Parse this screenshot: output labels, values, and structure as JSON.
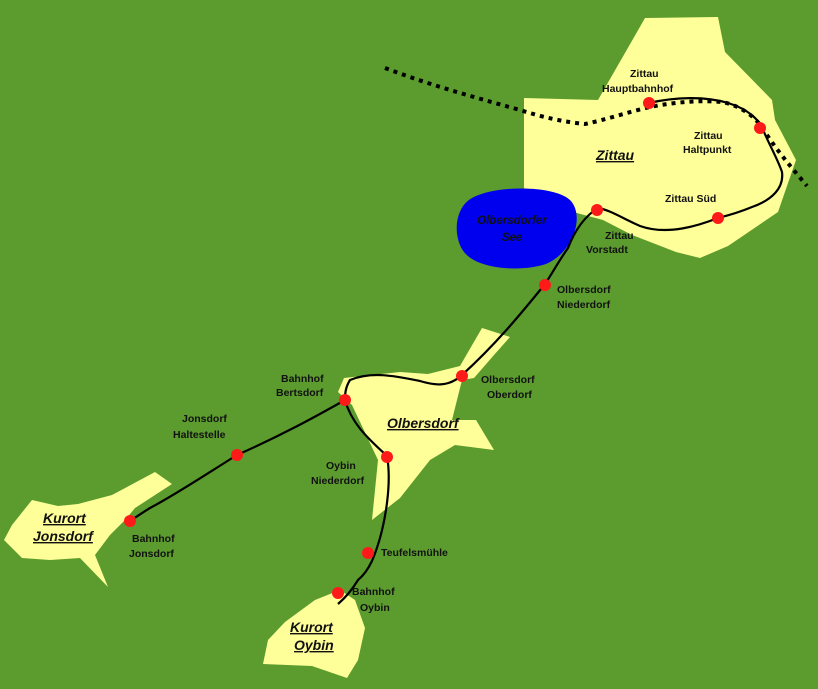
{
  "colors": {
    "background": "#5c9c2e",
    "town_area": "#ffff99",
    "lake": "#0000ee",
    "railway": "#000000",
    "station": "#ff1a1a"
  },
  "towns": {
    "zittau": "Zittau",
    "olbersdorf": "Olbersdorf",
    "kurort_jonsdorf": [
      "Kurort",
      "Jonsdorf"
    ],
    "kurort_oybin": [
      "Kurort",
      "Oybin"
    ]
  },
  "lake": [
    "Olbersdorfer",
    "See"
  ],
  "stations": [
    {
      "id": "zittau-hauptbahnhof",
      "lines": [
        "Zittau",
        "Hauptbahnhof"
      ]
    },
    {
      "id": "zittau-haltpunkt",
      "lines": [
        "Zittau",
        "Haltpunkt"
      ]
    },
    {
      "id": "zittau-sued",
      "lines": [
        "Zittau Süd"
      ]
    },
    {
      "id": "zittau-vorstadt",
      "lines": [
        "Zittau",
        "Vorstadt"
      ]
    },
    {
      "id": "olbersdorf-niederdorf",
      "lines": [
        "Olbersdorf",
        "Niederdorf"
      ]
    },
    {
      "id": "olbersdorf-oberdorf",
      "lines": [
        "Olbersdorf",
        "Oberdorf"
      ]
    },
    {
      "id": "bahnhof-bertsdorf",
      "lines": [
        "Bahnhof",
        "Bertsdorf"
      ]
    },
    {
      "id": "jonsdorf-haltestelle",
      "lines": [
        "Jonsdorf",
        "Haltestelle"
      ]
    },
    {
      "id": "bahnhof-jonsdorf",
      "lines": [
        "Bahnhof",
        "Jonsdorf"
      ]
    },
    {
      "id": "oybin-niederdorf",
      "lines": [
        "Oybin",
        "Niederdorf"
      ]
    },
    {
      "id": "teufelsmuehle",
      "lines": [
        "Teufelsmühle"
      ]
    },
    {
      "id": "bahnhof-oybin",
      "lines": [
        "Bahnhof",
        "Oybin"
      ]
    }
  ]
}
